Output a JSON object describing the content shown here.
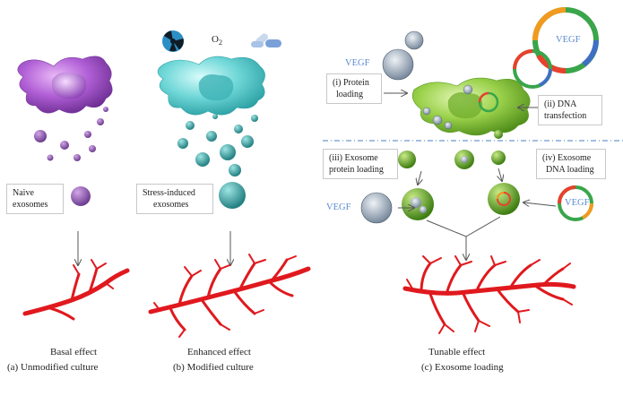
{
  "panels": {
    "a": {
      "box_lines": [
        "Naive",
        "exosomes"
      ],
      "effect": "Basal effect",
      "caption": "(a)  Unmodified culture"
    },
    "b": {
      "stressors_o2": "O2",
      "box_lines": [
        "Stress-induced",
        "exosomes"
      ],
      "effect": "Enhanced effect",
      "caption": "(b)  Modified culture"
    },
    "c": {
      "vegf_label": "VEGF",
      "step_i": [
        "(i) Protein",
        "loading"
      ],
      "step_ii": [
        "(ii) DNA",
        "transfection"
      ],
      "step_iii": [
        "(iii) Exosome",
        "protein loading"
      ],
      "step_iv": [
        "(iv) Exosome",
        "DNA loading"
      ],
      "effect": "Tunable effect",
      "caption": "(c)  Exosome loading"
    }
  },
  "colors": {
    "naive_cell": "#a45ac8",
    "stress_cell": "#5ccfd0",
    "loaded_cell": "#8cc63f",
    "vessel": "#e0191e",
    "vegf_text": "#5b8bd0",
    "divider": "#4a7fc0",
    "plasmid_green": "#3aa54b",
    "plasmid_orange": "#f29a1f",
    "plasmid_red": "#e8412c",
    "plasmid_blue": "#3f6fc4"
  },
  "icons": [
    "radiation-icon",
    "oxygen-icon",
    "drug-pills-icon",
    "vegf-nanoparticle-icon",
    "dna-plasmid-icon",
    "blood-vessel-icon"
  ]
}
